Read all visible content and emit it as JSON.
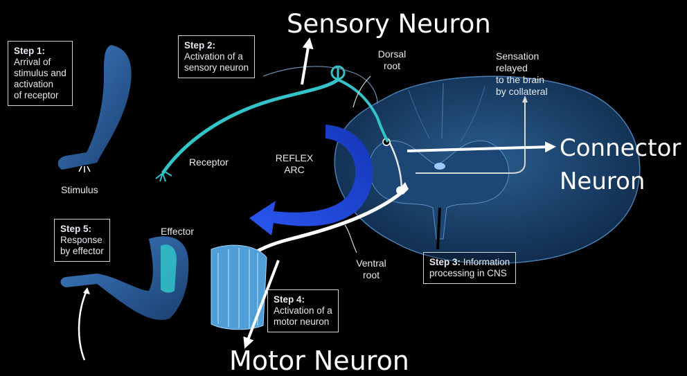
{
  "annotations": {
    "sensory_neuron": "Sensory Neuron",
    "connector_neuron_line1": "Connector",
    "connector_neuron_line2": "Neuron",
    "motor_neuron": "Motor Neuron"
  },
  "steps": [
    {
      "title": "Step 1:",
      "lines": [
        "Arrival of",
        "stimulus and",
        "activation",
        "of receptor"
      ]
    },
    {
      "title": "Step 2:",
      "lines": [
        "Activation of a",
        "sensory neuron"
      ]
    },
    {
      "title": "Step 3:",
      "inline": " Information",
      "lines": [
        "processing in CNS"
      ]
    },
    {
      "title": "Step 4:",
      "lines": [
        "Activation of a",
        "motor neuron"
      ]
    },
    {
      "title": "Step 5:",
      "lines": [
        "Response",
        "by effector"
      ]
    }
  ],
  "labels": {
    "stimulus": "Stimulus",
    "receptor": "Receptor",
    "reflex_arc_1": "REFLEX",
    "reflex_arc_2": "ARC",
    "effector": "Effector",
    "dorsal_root_1": "Dorsal",
    "dorsal_root_2": "root",
    "ventral_root_1": "Ventral",
    "ventral_root_2": "root",
    "sensation": [
      "Sensation",
      "relayed",
      "to the brain",
      "by collateral"
    ]
  },
  "colors": {
    "background": "#000000",
    "sensory": "#33c3c9",
    "arc": "#1f3fd0",
    "motor": "#ffffff",
    "cord": "#173b63",
    "limb": "#2a5c9a"
  }
}
